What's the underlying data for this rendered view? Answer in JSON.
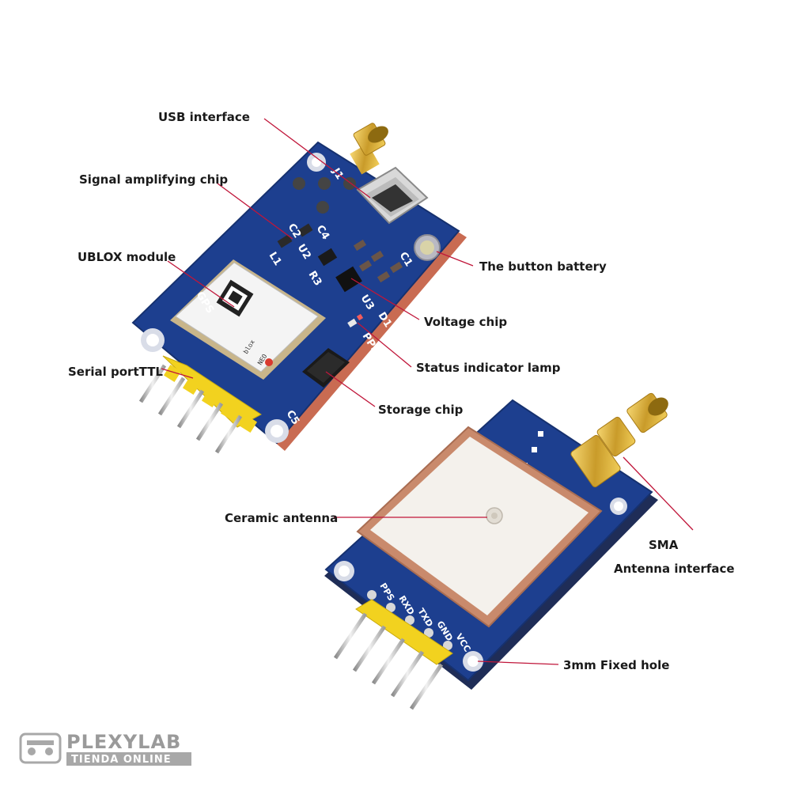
{
  "callouts": {
    "usb_interface": "USB interface",
    "signal_amplifying_chip": "Signal amplifying chip",
    "ublox_module": "UBLOX module",
    "serial_port": "Serial portTTL",
    "button_battery": "The button battery",
    "voltage_chip": "Voltage chip",
    "status_indicator_lamp": "Status indicator lamp",
    "storage_chip": "Storage chip",
    "ceramic_antenna": "Ceramic antenna",
    "sma": "SMA",
    "antenna_interface": "Antenna interface",
    "fixed_hole": "3mm Fixed hole"
  },
  "top_board": {
    "silk_gps": "GPS",
    "silk_j1": "J1",
    "silk_c1": "C1",
    "silk_c2": "C2",
    "silk_c4": "C4",
    "silk_c5": "C5",
    "silk_u2": "U2",
    "silk_u3": "U3",
    "silk_l1": "L1",
    "silk_r3": "R3",
    "silk_d1": "D1",
    "silk_pps": "PPS",
    "module_brand": "blox",
    "module_model": "NEO"
  },
  "bottom_board": {
    "pin_labels": [
      "PPS",
      "RXD",
      "TXD",
      "GND",
      "VCC"
    ]
  },
  "watermark": {
    "name": "PLEXYLAB",
    "subtitle": "TIENDA ONLINE"
  },
  "colors": {
    "pcb": "#1d3f8f",
    "header": "#f2d21f",
    "antenna": "#d9a58a",
    "leader": "#c0163a"
  }
}
